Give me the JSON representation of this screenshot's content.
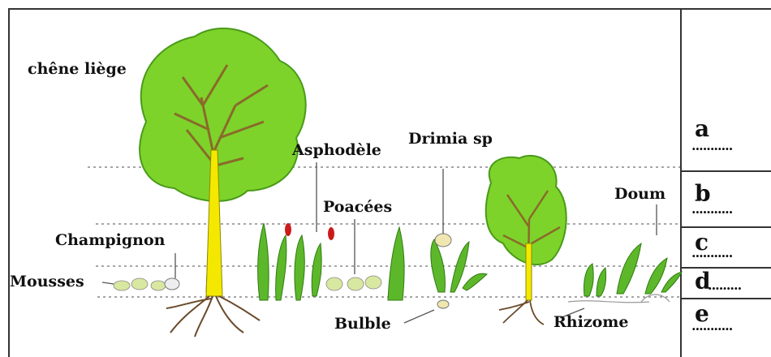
{
  "labels": {
    "chene_liege": "chêne liège",
    "asphodele": "Asphodèle",
    "drimia": "Drimia sp",
    "poacees": "Poacées",
    "champignon": "Champignon",
    "doum": "Doum",
    "mousses": "Mousses",
    "bulble": "Bulble",
    "rhizome": "Rhizome"
  },
  "strata": [
    {
      "letter": "a",
      "blank": "..........."
    },
    {
      "letter": "b",
      "blank": "..........."
    },
    {
      "letter": "c",
      "blank": "..........."
    },
    {
      "letter": "d",
      "blank": "........."
    },
    {
      "letter": "e",
      "blank": "..........."
    }
  ],
  "colors": {
    "foliage": "#7dd32a",
    "foliage_dark": "#4a9a1a",
    "trunk": "#f5e800",
    "branch": "#8a6a2a",
    "root": "#6b4a2a",
    "dotted_line": "#888888"
  }
}
